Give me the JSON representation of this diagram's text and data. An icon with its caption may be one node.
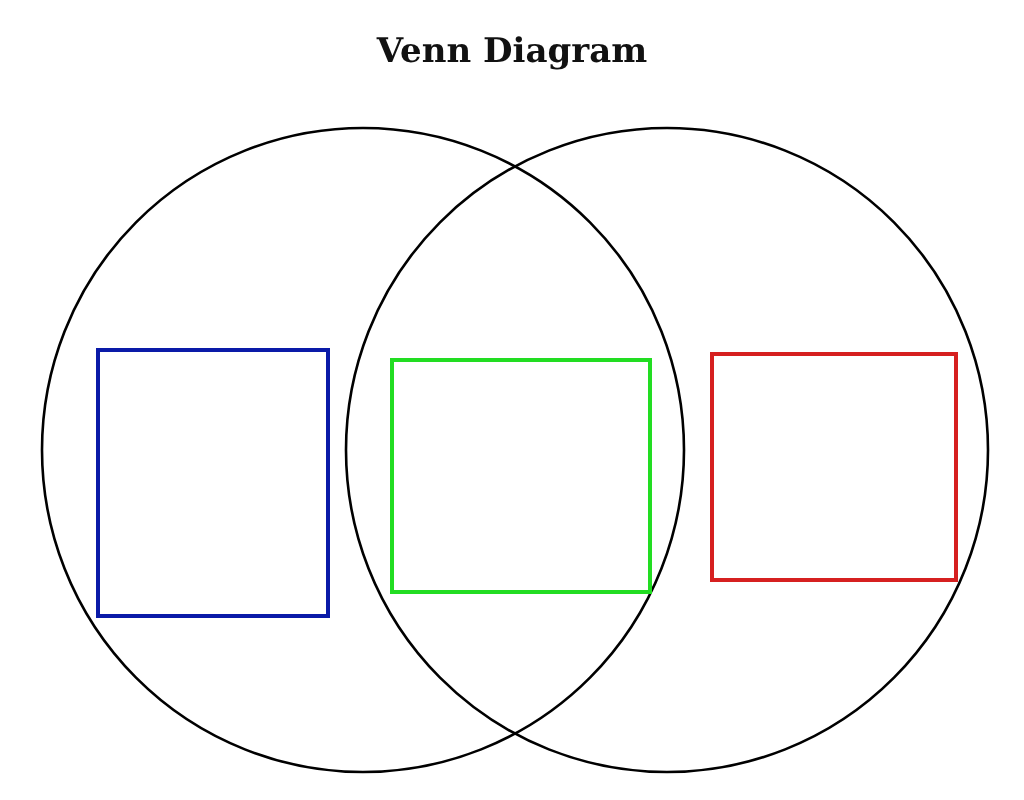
{
  "diagram": {
    "title": "Venn Diagram",
    "nodes": [
      {
        "text": [],
        "shape": "circle"
      },
      {
        "text": [],
        "shape": "circle"
      },
      {
        "text": [],
        "shape": "box",
        "in": 0
      },
      {
        "text": [],
        "shape": "box"
      },
      {
        "text": [],
        "shape": "box",
        "in": 1
      }
    ],
    "edges": []
  }
}
